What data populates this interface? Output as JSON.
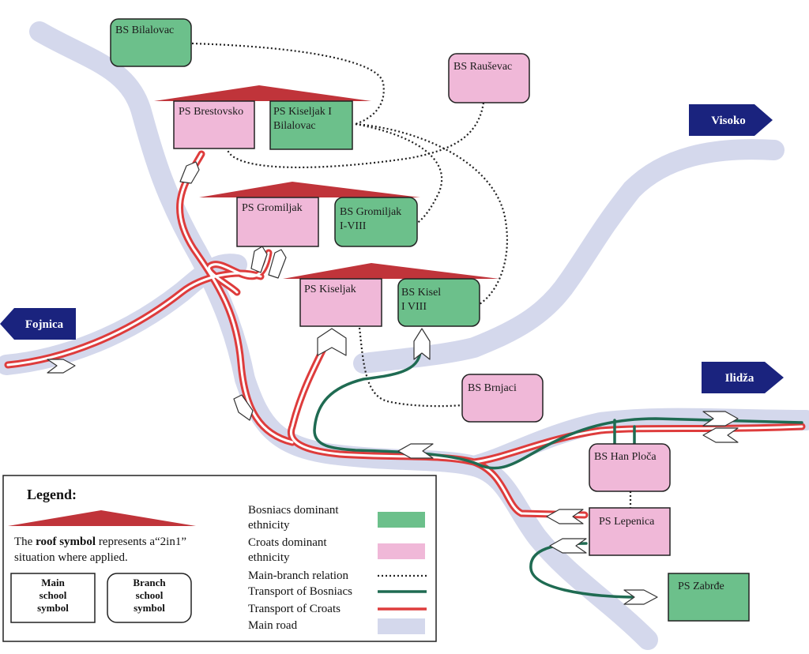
{
  "colors": {
    "bosniac": "#6cc08b",
    "croat": "#f0b8d8",
    "roof": "#c0343a",
    "road": "#d4d8ec",
    "bosniac_transport": "#1f6b52",
    "croat_transport": "#de3c3c",
    "direction_sign": "#1a237e"
  },
  "directions": {
    "fojnica": "Fojnica",
    "visoko": "Visoko",
    "ilidza": "Ilidža"
  },
  "schools": {
    "bs_bilalovac": "BS Bilalovac",
    "bs_rausevac": "BS Rauševac",
    "ps_brestovsko": "PS Brestovsko",
    "ps_kiseljak_i_line1": "PS Kiseljak I",
    "ps_kiseljak_i_line2": "Bilalovac",
    "ps_gromiljak": "PS Gromiljak",
    "bs_gromiljak_line1": "BS Gromiljak",
    "bs_gromiljak_line2": "I-VIII",
    "ps_kiseljak": "PS Kiseljak",
    "bs_kisel_line1": "BS Kisel",
    "bs_kisel_line2": "I VIII",
    "bs_brnjaci": "BS Brnjaci",
    "bs_han_ploca": "BS Han Ploča",
    "ps_lepenica": "PS Lepenica",
    "ps_zabrde": "PS Zabrđe"
  },
  "legend": {
    "title": "Legend:",
    "roof_pre": "The ",
    "roof_bold": "roof symbol",
    "roof_post": " represents a“2in1”",
    "roof_line2": "situation where applied.",
    "main_line1": "Main",
    "main_line2": "school",
    "main_line3": "symbol",
    "branch_line1": "Branch",
    "branch_line2": "school",
    "branch_line3": "symbol",
    "bosniacs_line1": "Bosniacs dominant",
    "bosniacs_line2": "ethnicity",
    "croats_line1": "Croats dominant",
    "croats_line2": "ethnicity",
    "relation": "Main-branch relation",
    "transport_bosniacs": "Transport of Bosniacs",
    "transport_croats": "Transport of Croats",
    "main_road": "Main road"
  }
}
